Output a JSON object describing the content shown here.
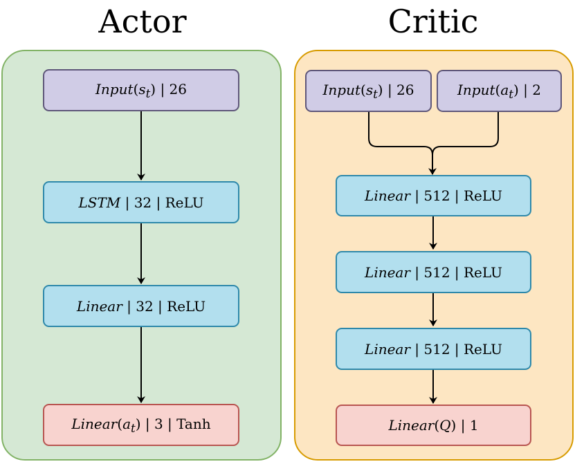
{
  "actor": {
    "title": "Actor",
    "nodes": [
      {
        "name": "Input",
        "arg": "s",
        "sub": "t",
        "rest": " | 26"
      },
      {
        "name": "LSTM",
        "rest": " | 32 | ReLU"
      },
      {
        "name": "Linear",
        "rest": " | 32 | ReLU"
      },
      {
        "name": "Linear",
        "arg": "a",
        "sub": "t",
        "rest": " | 3 | Tanh"
      }
    ]
  },
  "critic": {
    "title": "Critic",
    "inputs": [
      {
        "name": "Input",
        "arg": "s",
        "sub": "t",
        "rest": " | 26"
      },
      {
        "name": "Input",
        "arg": "a",
        "sub": "t",
        "rest": " | 2"
      }
    ],
    "layers": [
      {
        "name": "Linear",
        "rest": " | 512 | ReLU"
      },
      {
        "name": "Linear",
        "rest": " | 512 | ReLU"
      },
      {
        "name": "Linear",
        "rest": " | 512 | ReLU"
      },
      {
        "name": "Linear",
        "arg": "Q",
        "rest": " | 1"
      }
    ]
  },
  "colors": {
    "actor_panel": "#d5e8d4",
    "actor_border": "#82b366",
    "critic_panel": "#fde6c2",
    "critic_border": "#d79b00",
    "input_fill": "#d0cce6",
    "hidden_fill": "#b2dfee",
    "output_fill": "#f8d3cf"
  }
}
